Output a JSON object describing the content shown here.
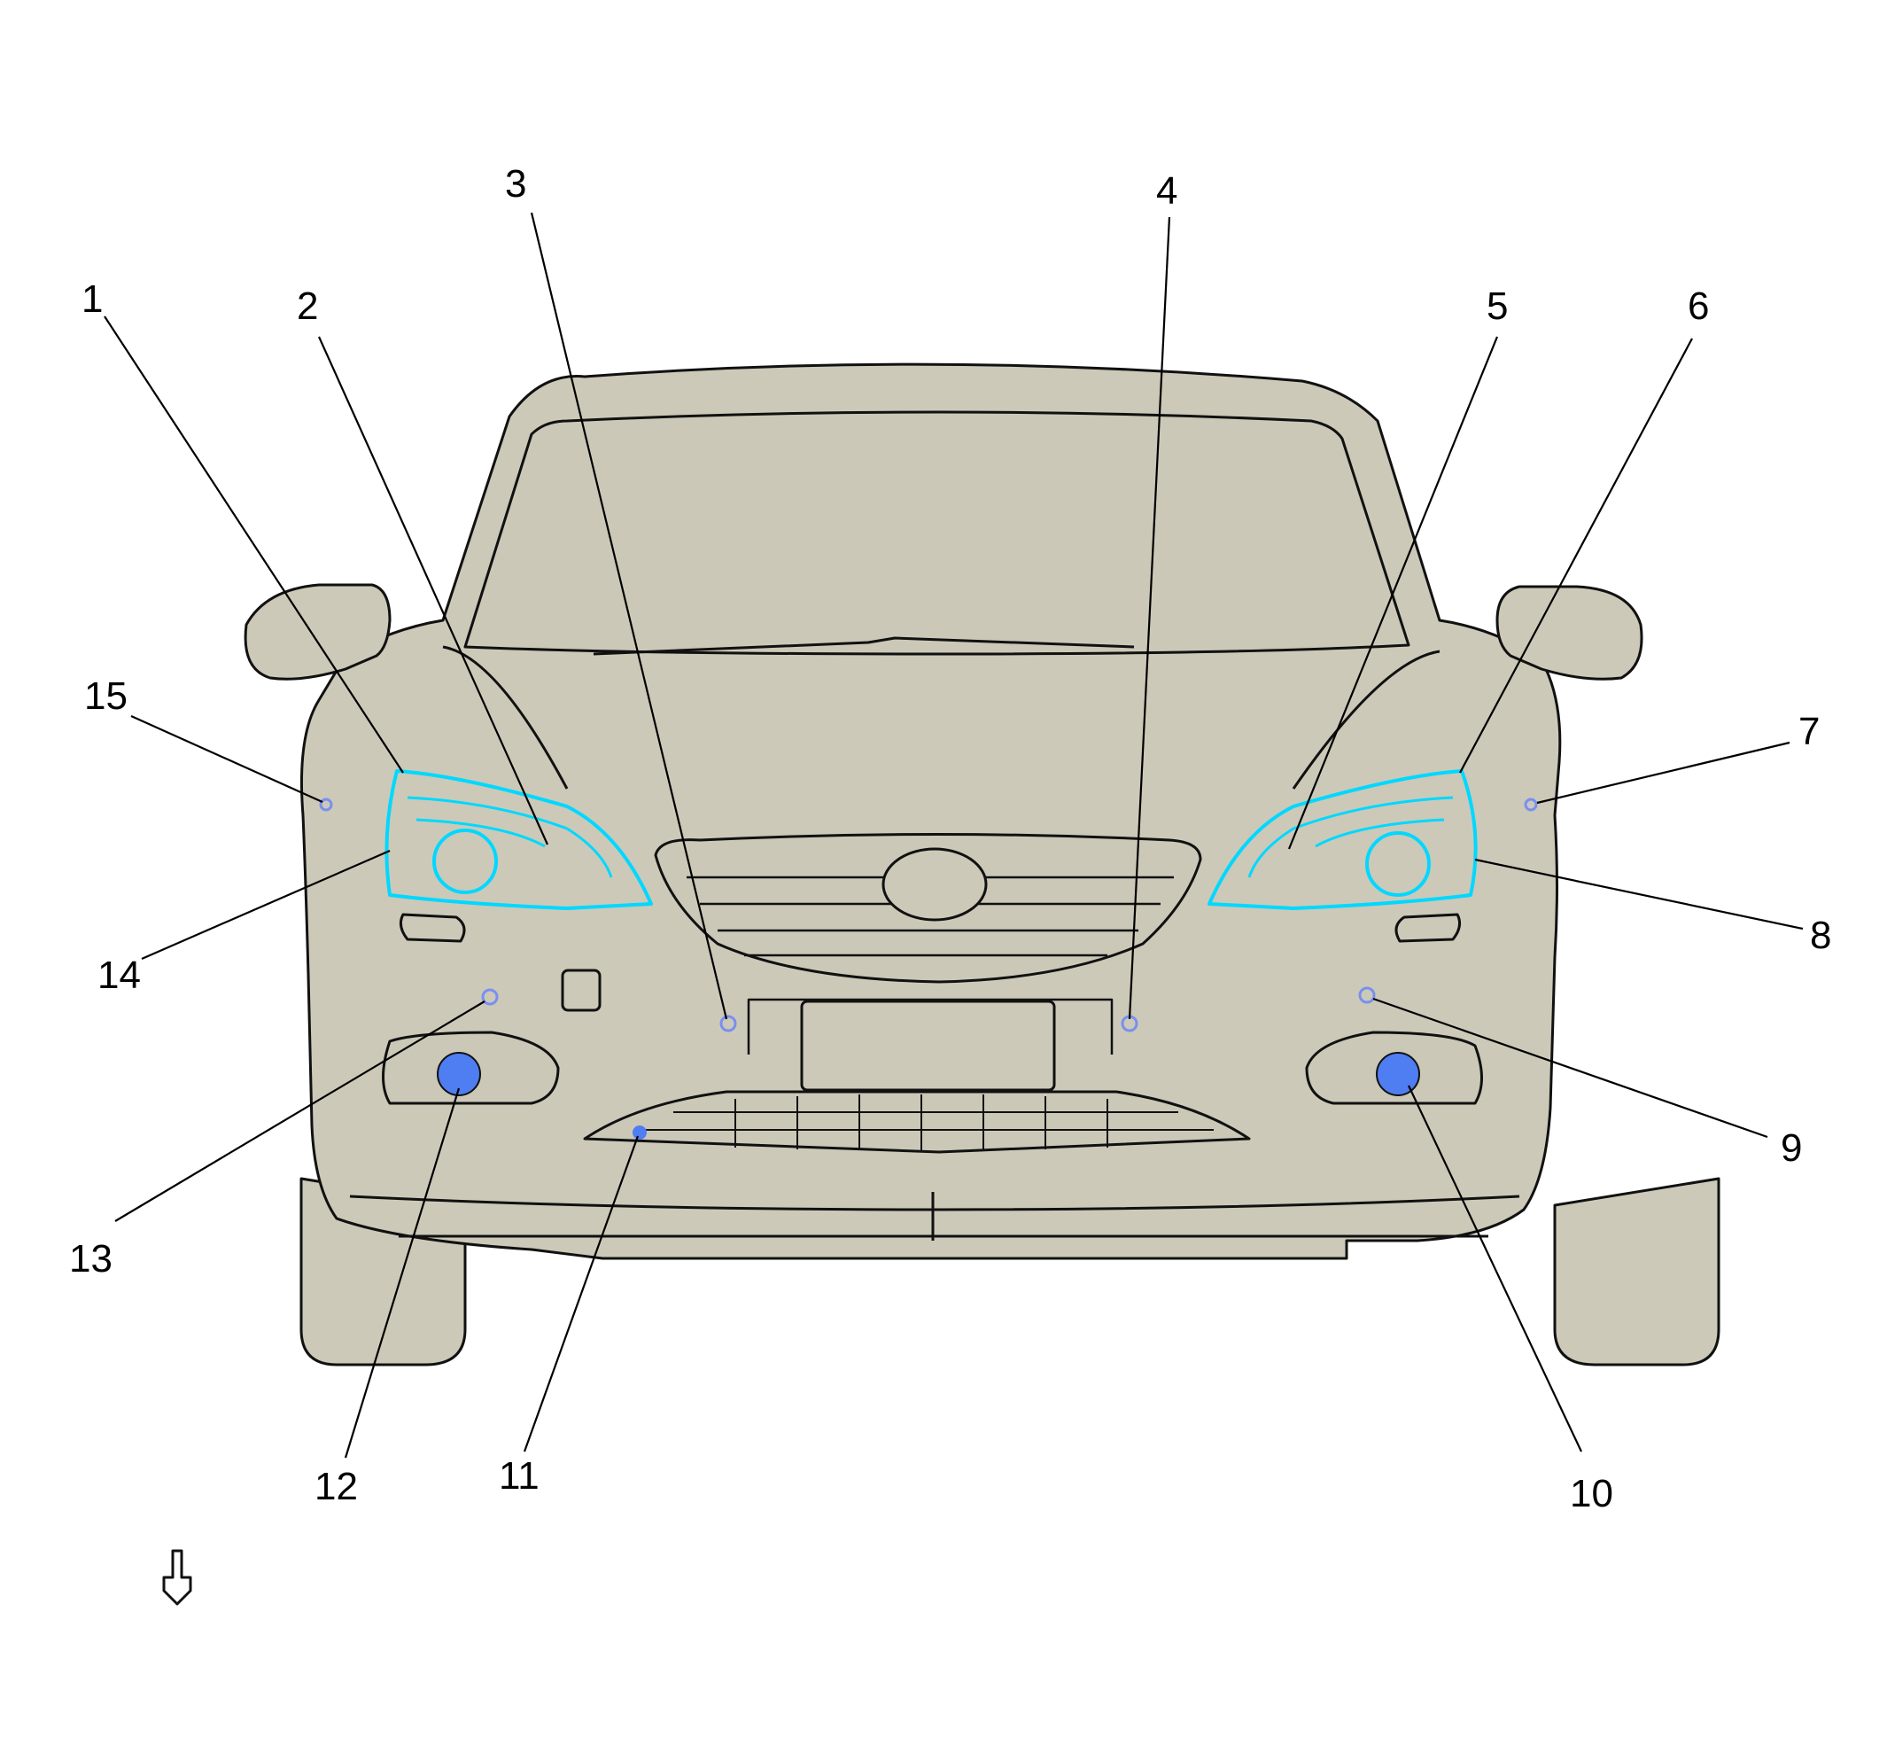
{
  "colors": {
    "background": "#ffffff",
    "body_fill": "#ccc9b9",
    "body_stroke": "#111111",
    "glass_fill": "#cbc8b8",
    "headlamp_highlight": "#00d8ff",
    "fog_lamp_fill": "#4f7df2",
    "sensor_highlight": "#7a8ff0"
  },
  "callouts": [
    {
      "id": "1",
      "label": "1",
      "target": "left-headlamp-outer"
    },
    {
      "id": "2",
      "label": "2",
      "target": "left-headlamp-inner"
    },
    {
      "id": "3",
      "label": "3",
      "target": "left-center-parking-sensor"
    },
    {
      "id": "4",
      "label": "4",
      "target": "right-center-parking-sensor"
    },
    {
      "id": "5",
      "label": "5",
      "target": "right-headlamp-inner"
    },
    {
      "id": "6",
      "label": "6",
      "target": "right-headlamp-outer"
    },
    {
      "id": "7",
      "label": "7",
      "target": "right-side-marker"
    },
    {
      "id": "8",
      "label": "8",
      "target": "right-headlamp-lower"
    },
    {
      "id": "9",
      "label": "9",
      "target": "right-outer-parking-sensor"
    },
    {
      "id": "10",
      "label": "10",
      "target": "right-fog-lamp"
    },
    {
      "id": "11",
      "label": "11",
      "target": "lower-grille-sensor"
    },
    {
      "id": "12",
      "label": "12",
      "target": "left-fog-lamp"
    },
    {
      "id": "13",
      "label": "13",
      "target": "left-outer-parking-sensor"
    },
    {
      "id": "14",
      "label": "14",
      "target": "left-headlamp-lower"
    },
    {
      "id": "15",
      "label": "15",
      "target": "left-side-marker"
    }
  ],
  "view_arrow_icon": "front-view-arrow-icon"
}
